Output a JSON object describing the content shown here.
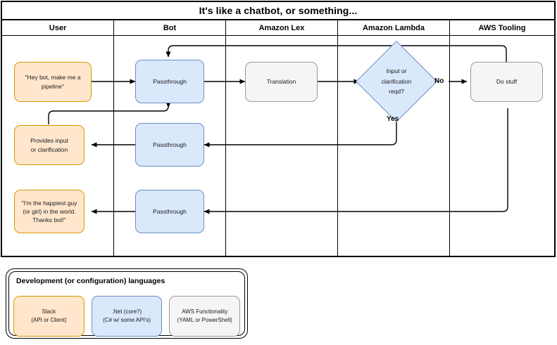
{
  "diagram": {
    "title": "It's like a chatbot, or something...",
    "lanes": [
      {
        "id": "user",
        "label": "User"
      },
      {
        "id": "bot",
        "label": "Bot"
      },
      {
        "id": "lex",
        "label": "Amazon Lex"
      },
      {
        "id": "lambda",
        "label": "Amazon Lambda"
      },
      {
        "id": "aws",
        "label": "AWS Tooling"
      }
    ],
    "nodes": [
      {
        "id": "user-request",
        "lane": "user",
        "row": 1,
        "shape": "rounded-rect",
        "style": "yellow",
        "text": "\"Hey bot, make me a pipeline\""
      },
      {
        "id": "bot-pass-1",
        "lane": "bot",
        "row": 1,
        "shape": "rounded-rect",
        "style": "blue",
        "text": "Passthrough"
      },
      {
        "id": "lex-translation",
        "lane": "lex",
        "row": 1,
        "shape": "rounded-rect",
        "style": "gray",
        "text": "Translation"
      },
      {
        "id": "lambda-decision",
        "lane": "lambda",
        "row": 1,
        "shape": "diamond",
        "style": "blue",
        "text_lines": [
          "Input or",
          "clarification",
          "reqd?"
        ]
      },
      {
        "id": "aws-do-stuff",
        "lane": "aws",
        "row": 1,
        "shape": "rounded-rect",
        "style": "gray",
        "text": "Do stuff"
      },
      {
        "id": "user-provides",
        "lane": "user",
        "row": 2,
        "shape": "rounded-rect",
        "style": "yellow",
        "text_lines": [
          "Provides input",
          "or clarification"
        ]
      },
      {
        "id": "bot-pass-2",
        "lane": "bot",
        "row": 2,
        "shape": "rounded-rect",
        "style": "blue",
        "text": "Passthrough"
      },
      {
        "id": "user-thanks",
        "lane": "user",
        "row": 3,
        "shape": "rounded-rect",
        "style": "yellow",
        "text_lines": [
          "\"I'm the happiest guy",
          "(or girl) in the world.",
          "Thanks bot!\""
        ]
      },
      {
        "id": "bot-pass-3",
        "lane": "bot",
        "row": 3,
        "shape": "rounded-rect",
        "style": "blue",
        "text": "Passthrough"
      }
    ],
    "edge_labels": [
      {
        "id": "decision-no",
        "text": "No"
      },
      {
        "id": "decision-yes",
        "text": "Yes"
      }
    ]
  },
  "legend": {
    "title": "Development (or configuration) languages",
    "items": [
      {
        "id": "slack",
        "style": "yellow",
        "line1": "Slack",
        "line2": "(API or Client)"
      },
      {
        "id": "dotnet",
        "style": "blue",
        "line1": ".Net (core?)",
        "line2": "(C# w/ some API's)"
      },
      {
        "id": "aws",
        "style": "gray",
        "line1": "AWS Functionality",
        "line2": "(YAML or PowerShell)"
      }
    ]
  },
  "colors": {
    "yellow_fill": "#ffe6cc",
    "yellow_stroke": "#d79b00",
    "blue_fill": "#dae8fc",
    "blue_stroke": "#6c8ebf",
    "gray_fill": "#f5f5f5",
    "gray_stroke": "#999999",
    "line": "#000000",
    "background": "#ffffff"
  }
}
